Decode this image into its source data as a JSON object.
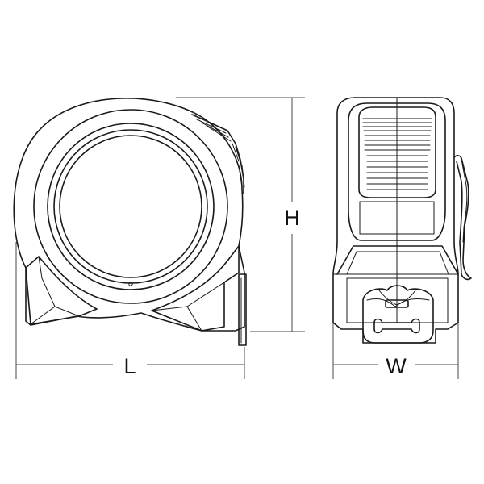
{
  "dimensions": {
    "length_label": "L",
    "height_label": "H",
    "width_label": "W"
  },
  "colors": {
    "line": "#1a1a1a",
    "dimension_line": "#4a4a4a",
    "background": "#ffffff"
  }
}
